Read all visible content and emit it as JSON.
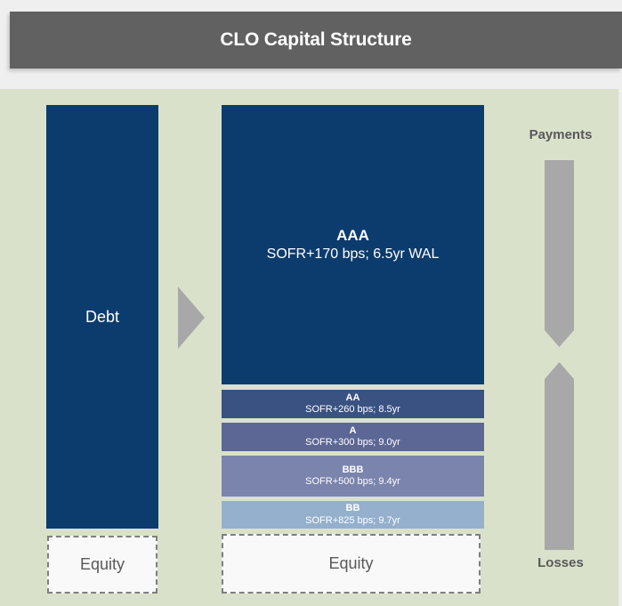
{
  "header": {
    "title": "CLO Capital Structure"
  },
  "left_column": {
    "debt_label": "Debt",
    "equity_label": "Equity"
  },
  "tranches": [
    {
      "rating": "AAA",
      "terms": "SOFR+170 bps; 6.5yr WAL",
      "color": "#0c3c6e"
    },
    {
      "rating": "AA",
      "terms": "SOFR+260 bps; 8.5yr",
      "color": "#3a5282"
    },
    {
      "rating": "A",
      "terms": "SOFR+300 bps; 9.0yr",
      "color": "#5c6795"
    },
    {
      "rating": "BBB",
      "terms": "SOFR+500 bps; 9.4yr",
      "color": "#7b84ac"
    },
    {
      "rating": "BB",
      "terms": "SOFR+825 bps; 9.7yr",
      "color": "#95b0cd"
    }
  ],
  "middle_column": {
    "equity_label": "Equity"
  },
  "flow": {
    "payments_label": "Payments",
    "losses_label": "Losses"
  },
  "colors": {
    "background": "#efefef",
    "header_bar": "#616161",
    "panel_green": "#d9e1cb",
    "navy": "#0c3c6e",
    "arrow_gray": "#a8a8a8",
    "label_gray": "#595959"
  }
}
